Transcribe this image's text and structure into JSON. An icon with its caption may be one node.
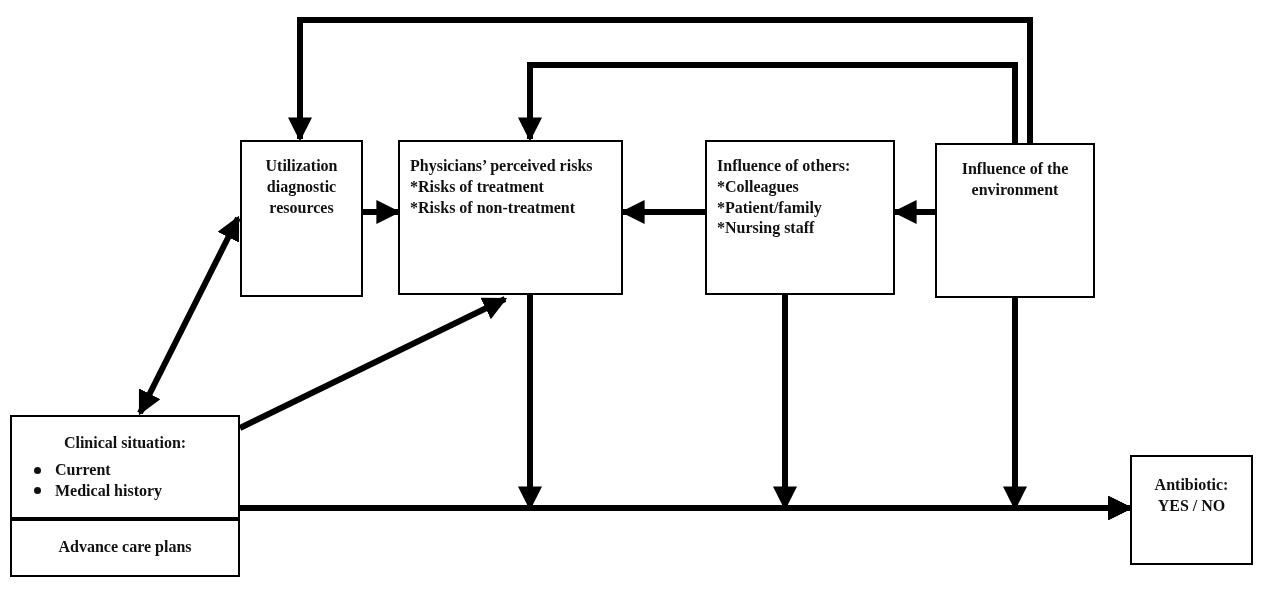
{
  "diagram": {
    "nodes": [
      {
        "text": [
          "Utilization diagnostic resources"
        ]
      },
      {
        "text": [
          "Physicians’ perceived risks",
          "*Risks of treatment",
          "*Risks of non-treatment"
        ]
      },
      {
        "text": [
          "Influence of others:",
          "*Colleagues",
          "*Patient/family",
          "*Nursing staff"
        ]
      },
      {
        "text": [
          "Influence of the environment"
        ]
      },
      {
        "text": [
          "Clinical situation:",
          "Current",
          "Medical history"
        ]
      },
      {
        "text": [
          "Advance care plans"
        ]
      },
      {
        "text": [
          "Antibiotic: YES / NO"
        ]
      }
    ],
    "edges": [
      {
        "from": 3,
        "to": 0,
        "arrow": "to"
      },
      {
        "from": 3,
        "to": 1,
        "arrow": "to"
      },
      {
        "from": 0,
        "to": 1,
        "arrow": "to"
      },
      {
        "from": 2,
        "to": 1,
        "arrow": "to"
      },
      {
        "from": 3,
        "to": 2,
        "arrow": "to"
      },
      {
        "from": 4,
        "to": 0,
        "arrow": "both"
      },
      {
        "from": 4,
        "to": 1,
        "arrow": "to"
      },
      {
        "from": 4,
        "to": 6,
        "arrow": "to"
      },
      {
        "from": 1,
        "to": 6,
        "arrow": "to"
      },
      {
        "from": 2,
        "to": 6,
        "arrow": "to"
      },
      {
        "from": 3,
        "to": 6,
        "arrow": "to"
      }
    ]
  }
}
